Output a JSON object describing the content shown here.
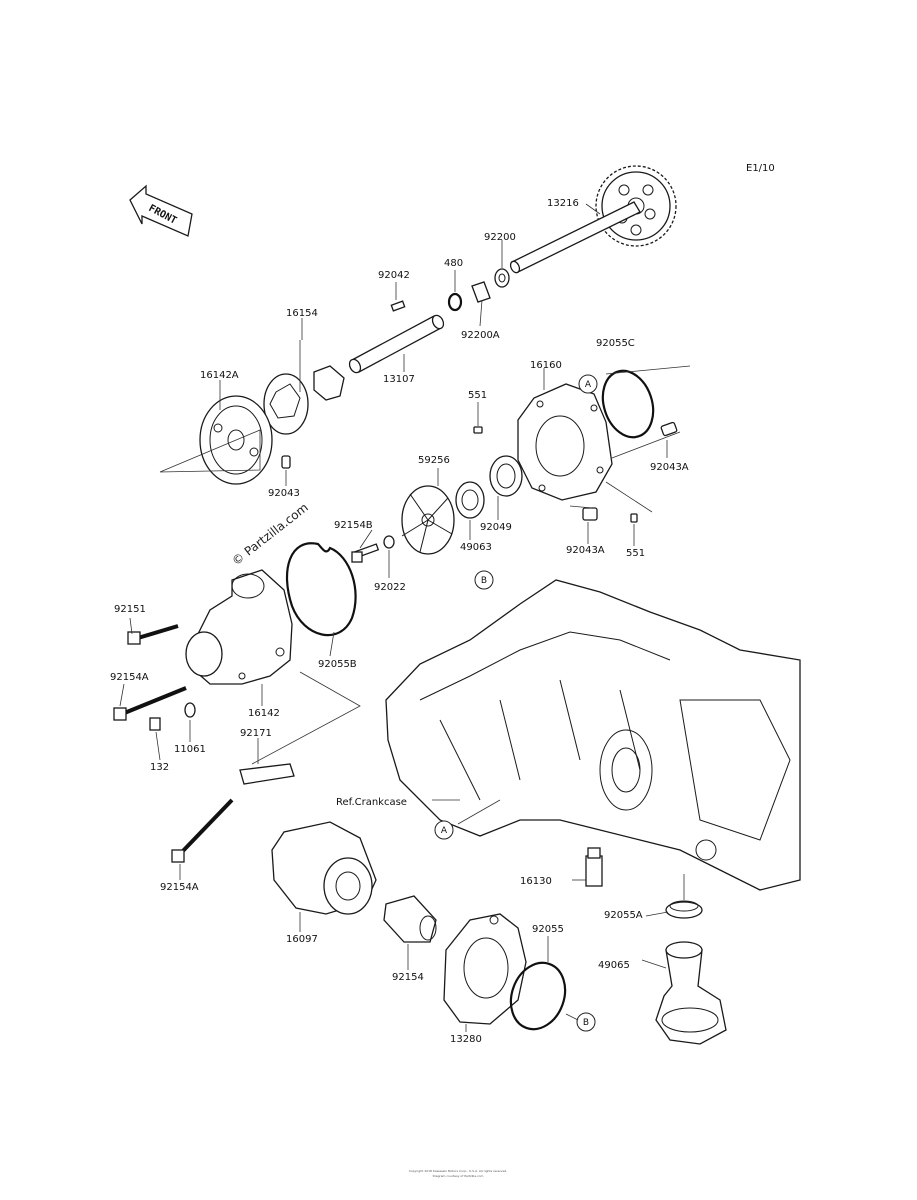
{
  "page_code": "E1/10",
  "front_label": "FRONT",
  "watermark": "© Partzilla.com",
  "ref_crankcase": "Ref.Crankcase",
  "ref_markers": {
    "a": "A",
    "b": "B"
  },
  "parts": {
    "p13216": "13216",
    "p92200": "92200",
    "p92200a": "92200A",
    "p92042": "92042",
    "p480": "480",
    "p13107": "13107",
    "p16154": "16154",
    "p16142a": "16142A",
    "p92043": "92043",
    "p16160": "16160",
    "p92055c": "92055C",
    "p551_top": "551",
    "p551_bottom": "551",
    "p92043a_right": "92043A",
    "p92043a_lower": "92043A",
    "p59256": "59256",
    "p92154b": "92154B",
    "p92049": "92049",
    "p49063": "49063",
    "p92022": "92022",
    "p92151": "92151",
    "p92055b": "92055B",
    "p92154a_upper": "92154A",
    "p16142": "16142",
    "p11061": "11061",
    "p132": "132",
    "p92171": "92171",
    "p92154a_lower": "92154A",
    "p16097": "16097",
    "p92154": "92154",
    "p13280": "13280",
    "p92055": "92055",
    "p16130": "16130",
    "p92055a": "92055A",
    "p49065": "49065"
  },
  "footer_line1": "Copyright 2018 Kawasaki Motors Corp., U.S.A. All rights reserved.",
  "footer_line2": "Diagram courtesy of Partzilla.com"
}
